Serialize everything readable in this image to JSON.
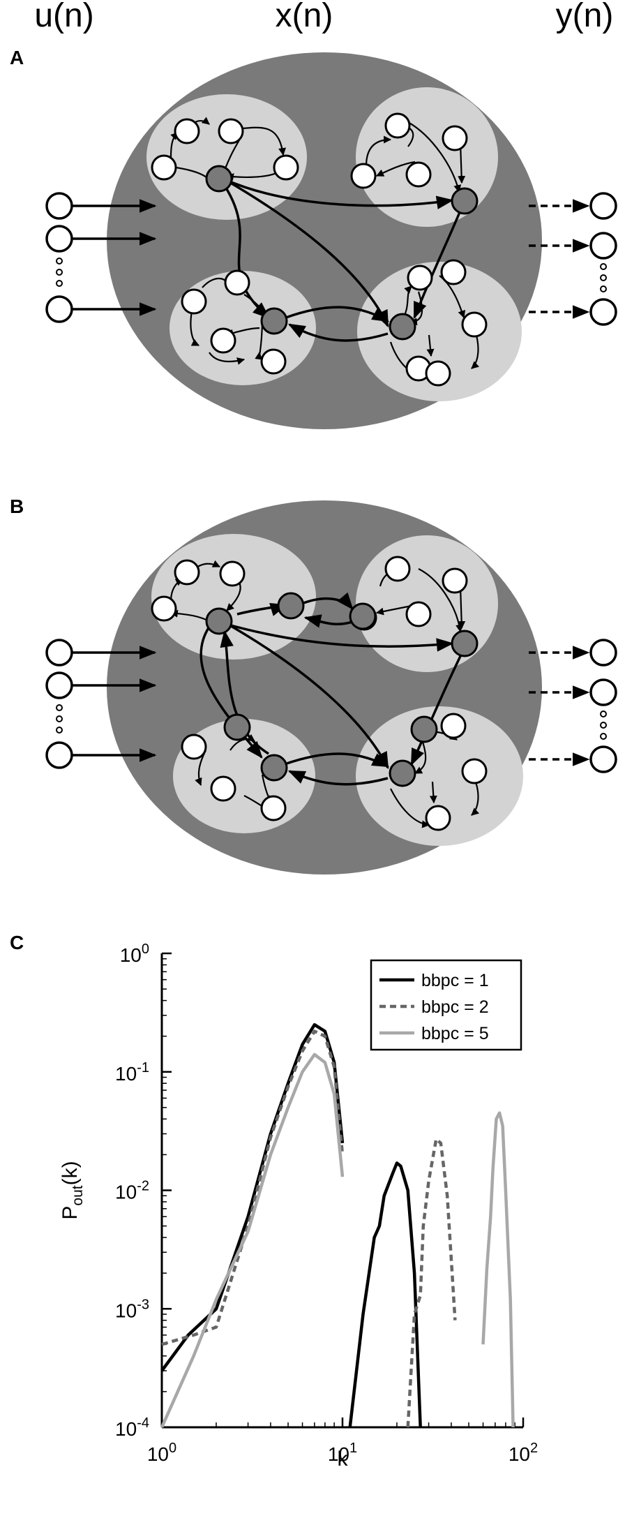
{
  "header": {
    "u": "u(n)",
    "x": "x(n)",
    "y": "y(n)"
  },
  "panel_a": {
    "label": "A"
  },
  "panel_b": {
    "label": "B"
  },
  "panel_c": {
    "label": "C"
  },
  "colors": {
    "ellipse": "#7a7a7a",
    "cluster": "#d3d3d3",
    "hub": "#7a7a7a",
    "node": "#ffffff",
    "line": "#000000",
    "series_1": "#000000",
    "series_2": "#666666",
    "series_5": "#a8a8a8"
  },
  "chart_data": {
    "type": "line",
    "title": "",
    "xlabel": "k",
    "ylabel": "P_out(k)",
    "xscale": "log",
    "yscale": "log",
    "xlim": [
      1,
      100
    ],
    "ylim": [
      0.0001,
      1
    ],
    "xticks": [
      "10^0",
      "10^1",
      "10^2"
    ],
    "yticks": [
      "10^-4",
      "10^-3",
      "10^-2",
      "10^-1",
      "10^0"
    ],
    "legend": {
      "placement": "top-right",
      "entries": [
        "bbpc = 1",
        "bbpc = 2",
        "bbpc = 5"
      ]
    },
    "series": [
      {
        "name": "bbpc = 1",
        "style": "solid",
        "segments": [
          [
            [
              1,
              0.0003
            ],
            [
              1.4,
              0.0006
            ],
            [
              2,
              0.001
            ],
            [
              3,
              0.006
            ],
            [
              4,
              0.03
            ],
            [
              5,
              0.08
            ],
            [
              6,
              0.17
            ],
            [
              7,
              0.25
            ],
            [
              8,
              0.22
            ],
            [
              9,
              0.12
            ],
            [
              10,
              0.025
            ]
          ],
          [
            [
              11,
              0.0001
            ],
            [
              13,
              0.0009
            ],
            [
              15,
              0.004
            ],
            [
              16,
              0.005
            ],
            [
              17,
              0.009
            ],
            [
              19,
              0.014
            ],
            [
              20,
              0.017
            ],
            [
              21,
              0.016
            ],
            [
              23,
              0.01
            ],
            [
              25,
              0.002
            ],
            [
              27,
              0.0001
            ]
          ]
        ]
      },
      {
        "name": "bbpc = 2",
        "style": "dashed",
        "segments": [
          [
            [
              1,
              0.0005
            ],
            [
              1.5,
              0.0006
            ],
            [
              2,
              0.0007
            ],
            [
              3,
              0.005
            ],
            [
              4,
              0.028
            ],
            [
              5,
              0.075
            ],
            [
              6,
              0.15
            ],
            [
              7,
              0.22
            ],
            [
              8,
              0.2
            ],
            [
              9,
              0.11
            ],
            [
              10,
              0.02
            ]
          ],
          [
            [
              23,
              0.0001
            ],
            [
              25,
              0.0009
            ],
            [
              27,
              0.0013
            ],
            [
              28,
              0.005
            ],
            [
              30,
              0.012
            ],
            [
              33,
              0.027
            ],
            [
              35,
              0.025
            ],
            [
              38,
              0.009
            ],
            [
              42,
              0.0008
            ]
          ]
        ]
      },
      {
        "name": "bbpc = 5",
        "style": "solid",
        "segments": [
          [
            [
              1,
              0.0001
            ],
            [
              1.5,
              0.0004
            ],
            [
              2,
              0.0012
            ],
            [
              3,
              0.0045
            ],
            [
              4,
              0.02
            ],
            [
              5,
              0.05
            ],
            [
              6,
              0.1
            ],
            [
              7,
              0.14
            ],
            [
              8,
              0.12
            ],
            [
              9,
              0.065
            ],
            [
              10,
              0.013
            ]
          ],
          [
            [
              60,
              0.0005
            ],
            [
              63,
              0.0022
            ],
            [
              66,
              0.006
            ],
            [
              68,
              0.015
            ],
            [
              71,
              0.04
            ],
            [
              74,
              0.045
            ],
            [
              77,
              0.035
            ],
            [
              80,
              0.01
            ],
            [
              85,
              0.0012
            ],
            [
              88,
              0.0001
            ]
          ]
        ]
      }
    ]
  }
}
